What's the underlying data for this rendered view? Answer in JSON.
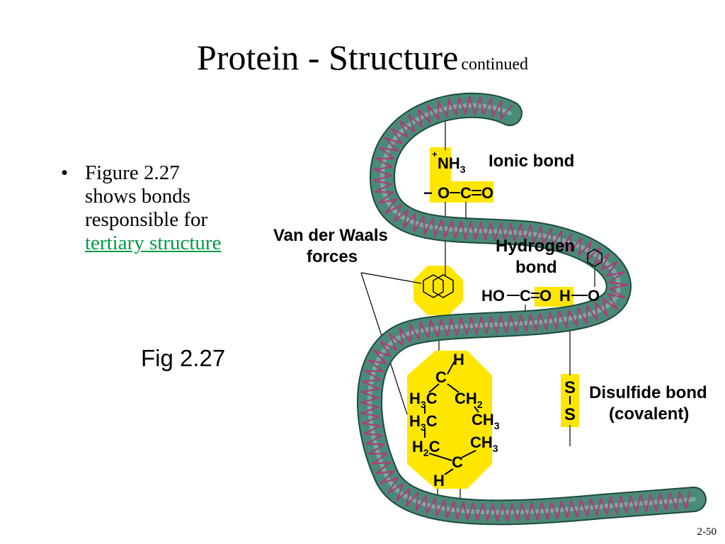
{
  "slide": {
    "title": "Protein - Structure",
    "title_suffix": "continued",
    "bullet_lines": [
      "Figure 2.27",
      "shows bonds",
      "responsible for"
    ],
    "bullet_link": "tertiary structure",
    "caption": "Fig 2.27",
    "page_number": "2-50"
  },
  "figure": {
    "labels": {
      "ionic": "Ionic bond",
      "vdw_1": "Van der Waals",
      "vdw_2": "forces",
      "hydrogen_1": "Hydrogen",
      "hydrogen_2": "bond",
      "disulfide_1": "Disulfide bond",
      "disulfide_2": "(covalent)"
    },
    "chemistry": {
      "nh3": "NH",
      "nh3_sub": "3",
      "plus": "+",
      "minus": "−",
      "o_left": "O",
      "c_mid": "C",
      "o_right": "O",
      "ho": "HO",
      "c_h": "C",
      "o_h1": "O",
      "h_bond": "H",
      "o_h2": "O",
      "s1": "S",
      "s2": "S",
      "h_top": "H",
      "c_top": "C",
      "h3c_1": "H",
      "h3c_1_sub": "3",
      "h3c_1_c": "C",
      "ch2_1": "CH",
      "ch2_1_sub": "2",
      "h3c_2": "H",
      "h3c_2_sub": "3",
      "h3c_2_c": "C",
      "ch3_1": "CH",
      "ch3_1_sub": "3",
      "h2c": "H",
      "h2c_sub": "2",
      "h2c_c": "C",
      "ch3_2": "CH",
      "ch3_2_sub": "3",
      "c_bot": "C",
      "h_bot": "H"
    },
    "colors": {
      "tube": "#4a8a78",
      "tube_edge": "#1f4a40",
      "tube_highlight": "#8cc4b4",
      "helix": "#b03a7a",
      "highlight": "#ffe600"
    }
  }
}
